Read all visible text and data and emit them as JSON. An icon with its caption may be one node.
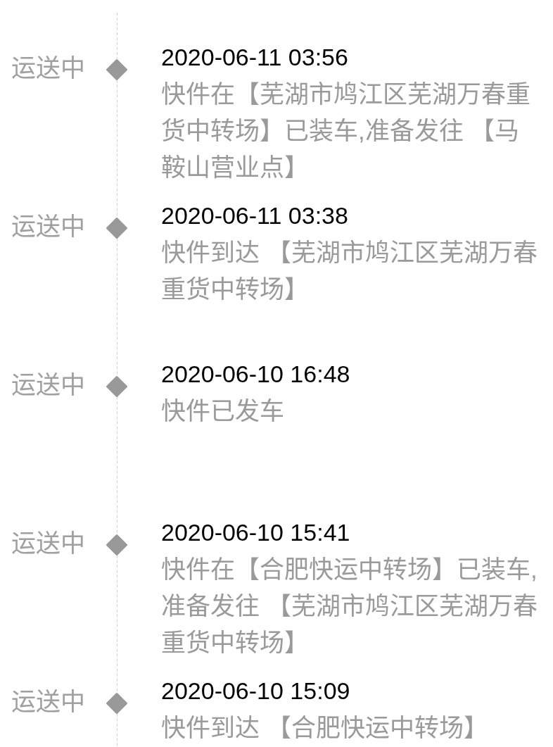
{
  "diagram": {
    "nodes": [
      {
        "text": [],
        "shape": "diamond",
        "beside": [
          "运送中",
          "2020-06-11 03:56",
          "快件在【芜湖市鸠江区芜湖万春重货中转场】已装车,准备发往 【马鞍山营业点】"
        ]
      },
      {
        "text": [],
        "shape": "diamond",
        "beside": [
          "运送中",
          "2020-06-11 03:38",
          "快件到达 【芜湖市鸠江区芜湖万春重货中转场】"
        ]
      },
      {
        "text": [],
        "shape": "diamond",
        "beside": [
          "运送中",
          "2020-06-10 16:48",
          "快件已发车"
        ]
      },
      {
        "text": [],
        "shape": "diamond",
        "beside": [
          "运送中",
          "2020-06-10 15:41",
          "快件在【合肥快运中转场】已装车,准备发往 【芜湖市鸠江区芜湖万春重货中转场】"
        ]
      },
      {
        "text": [],
        "shape": "diamond",
        "beside": [
          "运送中",
          "2020-06-10 15:09",
          "快件到达 【合肥快运中转场】"
        ]
      }
    ],
    "edges": [
      {
        "from": 0,
        "to": 1,
        "arrow": "none",
        "style": "dashed"
      },
      {
        "from": 1,
        "to": 2,
        "arrow": "none",
        "style": "dashed"
      },
      {
        "from": 2,
        "to": 3,
        "arrow": "none",
        "style": "dashed"
      },
      {
        "from": 3,
        "to": 4,
        "arrow": "none",
        "style": "dashed"
      }
    ]
  }
}
